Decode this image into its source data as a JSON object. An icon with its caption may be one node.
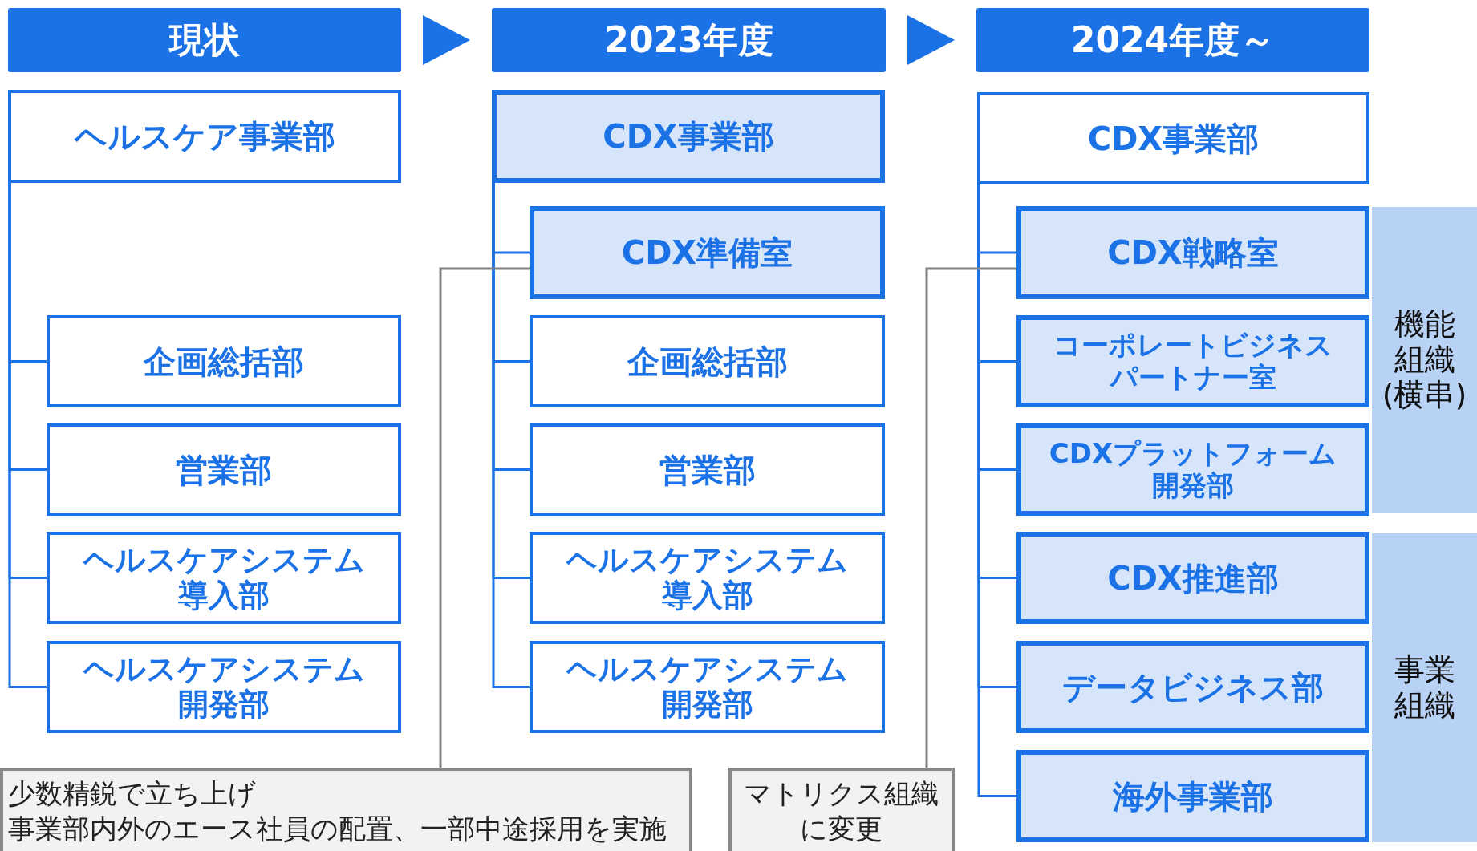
{
  "diagram": {
    "nodes": [
      {
        "text": [
          "現状"
        ]
      },
      {
        "text": [
          "2023年度"
        ]
      },
      {
        "text": [
          "2024年度～"
        ]
      },
      {
        "text": [
          "ヘルスケア事業部"
        ]
      },
      {
        "text": [
          "企画総括部"
        ]
      },
      {
        "text": [
          "営業部"
        ]
      },
      {
        "text": [
          "ヘルスケアシステム導入部"
        ]
      },
      {
        "text": [
          "ヘルスケアシステム開発部"
        ]
      },
      {
        "text": [
          "CDX事業部"
        ]
      },
      {
        "text": [
          "CDX準備室"
        ]
      },
      {
        "text": [
          "企画総括部"
        ]
      },
      {
        "text": [
          "営業部"
        ]
      },
      {
        "text": [
          "ヘルスケアシステム導入部"
        ]
      },
      {
        "text": [
          "ヘルスケアシステム開発部"
        ]
      },
      {
        "text": [
          "CDX事業部"
        ]
      },
      {
        "text": [
          "CDX戦略室"
        ]
      },
      {
        "text": [
          "コーポレートビジネスパートナー室"
        ]
      },
      {
        "text": [
          "CDXプラットフォーム開発部"
        ]
      },
      {
        "text": [
          "CDX推進部"
        ]
      },
      {
        "text": [
          "データビジネス部"
        ]
      },
      {
        "text": [
          "海外事業部"
        ]
      },
      {
        "text": [
          "機能組織(横串)"
        ]
      },
      {
        "text": [
          "事業組織"
        ]
      },
      {
        "text": [
          "少数精鋭で立ち上げ",
          "事業部内外のエース社員の配置、一部中途採用を実施"
        ]
      },
      {
        "text": [
          "マトリクス組織に変更"
        ]
      }
    ],
    "edges": [
      {
        "from": 0,
        "to": 1,
        "arrow": "to"
      },
      {
        "from": 1,
        "to": 2,
        "arrow": "to"
      },
      {
        "from": 3,
        "to": 4,
        "arrow": "none"
      },
      {
        "from": 3,
        "to": 5,
        "arrow": "none"
      },
      {
        "from": 3,
        "to": 6,
        "arrow": "none"
      },
      {
        "from": 3,
        "to": 7,
        "arrow": "none"
      },
      {
        "from": 8,
        "to": 9,
        "arrow": "none"
      },
      {
        "from": 8,
        "to": 10,
        "arrow": "none"
      },
      {
        "from": 8,
        "to": 11,
        "arrow": "none"
      },
      {
        "from": 8,
        "to": 12,
        "arrow": "none"
      },
      {
        "from": 8,
        "to": 13,
        "arrow": "none"
      },
      {
        "from": 14,
        "to": 15,
        "arrow": "none"
      },
      {
        "from": 14,
        "to": 16,
        "arrow": "none"
      },
      {
        "from": 14,
        "to": 17,
        "arrow": "none"
      },
      {
        "from": 14,
        "to": 18,
        "arrow": "none"
      },
      {
        "from": 14,
        "to": 19,
        "arrow": "none"
      },
      {
        "from": 14,
        "to": 20,
        "arrow": "none"
      },
      {
        "from": 23,
        "to": 9,
        "arrow": "none",
        "color": "#808080"
      },
      {
        "from": 24,
        "to": 15,
        "arrow": "none",
        "color": "#808080"
      }
    ]
  }
}
